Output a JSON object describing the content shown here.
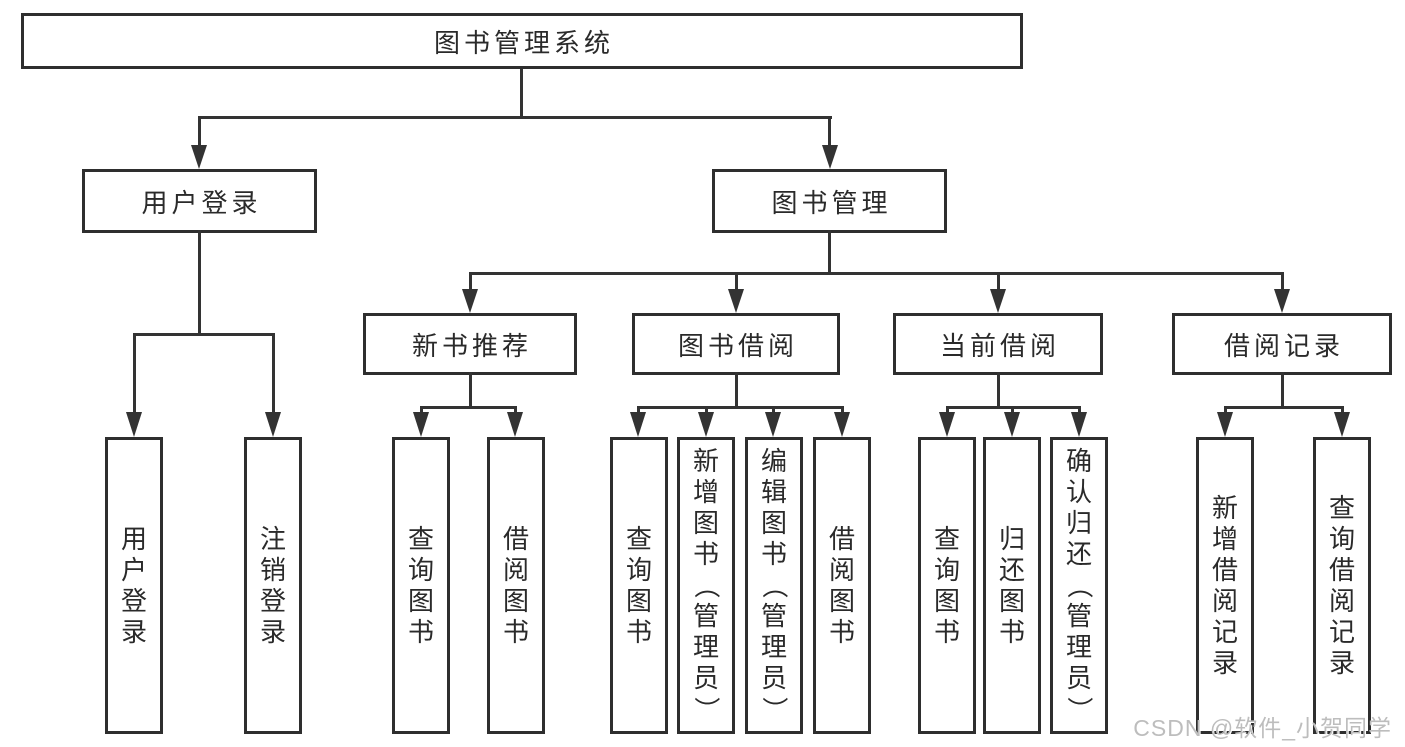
{
  "diagram": {
    "tree": {
      "label": "图书管理系统",
      "children": [
        {
          "label": "用户登录",
          "children": [
            {
              "label": "用户登录"
            },
            {
              "label": "注销登录"
            }
          ]
        },
        {
          "label": "图书管理",
          "children": [
            {
              "label": "新书推荐",
              "children": [
                {
                  "label": "查询图书"
                },
                {
                  "label": "借阅图书"
                }
              ]
            },
            {
              "label": "图书借阅",
              "children": [
                {
                  "label": "查询图书"
                },
                {
                  "label": "新增图书（管理员）"
                },
                {
                  "label": "编辑图书（管理员）"
                },
                {
                  "label": "借阅图书"
                }
              ]
            },
            {
              "label": "当前借阅",
              "children": [
                {
                  "label": "查询图书"
                },
                {
                  "label": "归还图书"
                },
                {
                  "label": "确认归还（管理员）"
                }
              ]
            },
            {
              "label": "借阅记录",
              "children": [
                {
                  "label": "新增借阅记录"
                },
                {
                  "label": "查询借阅记录"
                }
              ]
            }
          ]
        }
      ]
    },
    "watermark": "CSDN @软件_小贺同学",
    "colors": {
      "line": "#333333",
      "box_border": "#2e2e2e",
      "box_fill": "#ffffff",
      "text": "#2a2a2a",
      "watermark": "#bdbdbd"
    }
  }
}
